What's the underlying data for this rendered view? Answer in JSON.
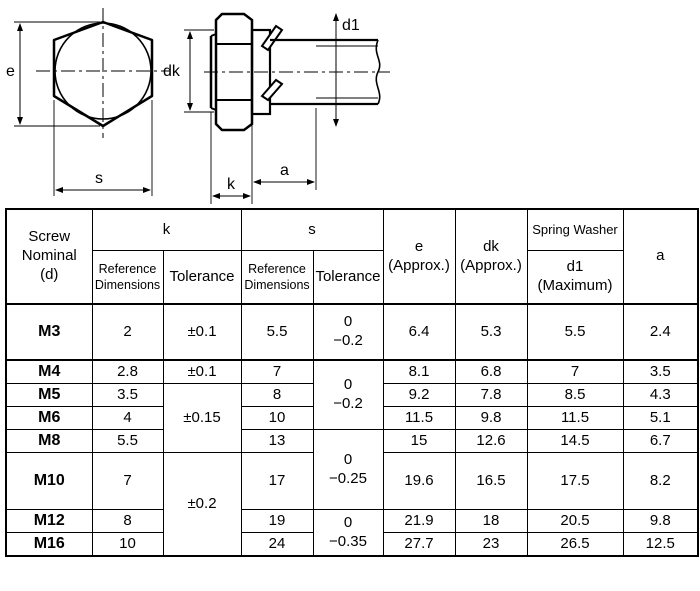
{
  "drawing": {
    "labels": {
      "e": "e",
      "dk": "dk",
      "d1": "d1",
      "s": "s",
      "k": "k",
      "a": "a"
    }
  },
  "table": {
    "header": {
      "screw_nominal": [
        "Screw",
        "Nominal",
        "(d)"
      ],
      "k": "k",
      "s": "s",
      "e": [
        "e",
        "(Approx.)"
      ],
      "dk": [
        "dk",
        "(Approx.)"
      ],
      "spring_washer": "Spring Washer",
      "d1": [
        "d1",
        "(Maximum)"
      ],
      "a": "a",
      "reference": [
        "Reference",
        "Dimensions"
      ],
      "tolerance": "Tolerance"
    },
    "rows": [
      {
        "nominal": "M3",
        "k": "2",
        "k_tol": "±0.1",
        "s": "5.5",
        "e": "6.4",
        "dk": "5.3",
        "d1": "5.5",
        "a": "2.4"
      },
      {
        "nominal": "M4",
        "k": "2.8",
        "k_tol": "±0.1",
        "s": "7",
        "e": "8.1",
        "dk": "6.8",
        "d1": "7",
        "a": "3.5"
      },
      {
        "nominal": "M5",
        "k": "3.5",
        "s": "8",
        "e": "9.2",
        "dk": "7.8",
        "d1": "8.5",
        "a": "4.3"
      },
      {
        "nominal": "M6",
        "k": "4",
        "s": "10",
        "e": "11.5",
        "dk": "9.8",
        "d1": "11.5",
        "a": "5.1"
      },
      {
        "nominal": "M8",
        "k": "5.5",
        "s": "13",
        "e": "15",
        "dk": "12.6",
        "d1": "14.5",
        "a": "6.7"
      },
      {
        "nominal": "M10",
        "k": "7",
        "s": "17",
        "e": "19.6",
        "dk": "16.5",
        "d1": "17.5",
        "a": "8.2"
      },
      {
        "nominal": "M12",
        "k": "8",
        "s": "19",
        "e": "21.9",
        "dk": "18",
        "d1": "20.5",
        "a": "9.8"
      },
      {
        "nominal": "M16",
        "k": "10",
        "s": "24",
        "e": "27.7",
        "dk": "23",
        "d1": "26.5",
        "a": "12.5"
      }
    ],
    "k_tol_group": "±0.15",
    "k_tol_group2": "±0.2",
    "s_tol": {
      "m3": [
        "0",
        "−0.2"
      ],
      "m4_m6": [
        "0",
        "−0.2"
      ],
      "m8_m10": [
        "0",
        "−0.25"
      ],
      "m12_m16": [
        "0",
        "−0.35"
      ]
    }
  }
}
